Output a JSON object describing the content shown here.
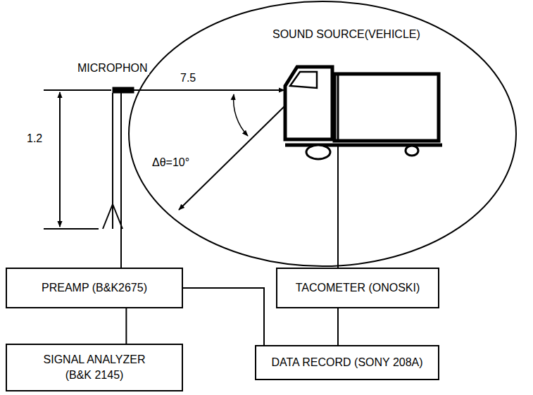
{
  "diagram": {
    "nodes": [
      {
        "text": [
          "PREAMP (B&K2675)"
        ]
      },
      {
        "text": [
          "TACOMETER (ONOSKI)"
        ]
      },
      {
        "text": [
          "SIGNAL ANALYZER (B&K 2145)"
        ]
      },
      {
        "text": [
          "DATA RECORD (SONY 208A)"
        ]
      }
    ],
    "edges": [
      {
        "from": 0,
        "to": 2,
        "arrow": "none"
      },
      {
        "from": 0,
        "to": 3,
        "arrow": "none"
      },
      {
        "from": 1,
        "to": 3,
        "arrow": "none"
      }
    ],
    "labels": [
      "SOUND SOURCE(VEHICLE)",
      "MICROPHON",
      "7.5",
      "1.2",
      "Δθ=10°"
    ]
  }
}
